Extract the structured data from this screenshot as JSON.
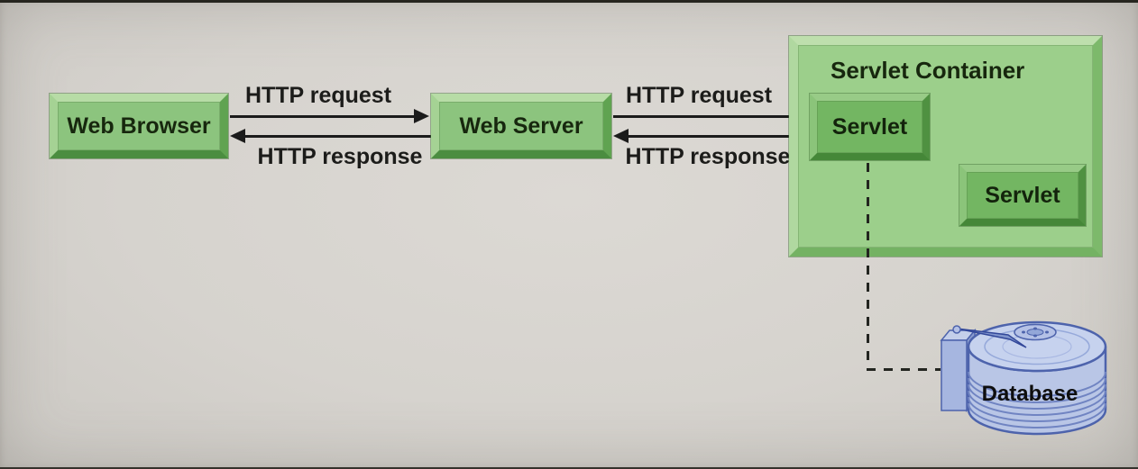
{
  "diagram": {
    "title_hint": "Servlet architecture diagram",
    "nodes": {
      "web_browser": {
        "label": "Web Browser"
      },
      "web_server": {
        "label": "Web Server"
      },
      "servlet_container": {
        "label": "Servlet Container"
      },
      "servlet_a": {
        "label": "Servlet"
      },
      "servlet_b": {
        "label": "Servlet"
      },
      "database": {
        "label": "Database"
      }
    },
    "arrows": {
      "browser_to_server": {
        "label": "HTTP request",
        "direction": "right"
      },
      "server_to_browser": {
        "label": "HTTP response",
        "direction": "left"
      },
      "server_to_servlet": {
        "label": "HTTP request",
        "direction": "right"
      },
      "servlet_to_server": {
        "label": "HTTP response",
        "direction": "left"
      }
    },
    "connectors": {
      "servlet_to_database": {
        "style": "dashed"
      }
    },
    "colors": {
      "background": "#d6d3ce",
      "node_fill": "#8cc47e",
      "container_fill": "#9ccf8b",
      "servlet_fill": "#73b662",
      "database_fill": "#b9c6e6",
      "database_line": "#4d63ac",
      "connector": "#1b1b1b"
    }
  }
}
